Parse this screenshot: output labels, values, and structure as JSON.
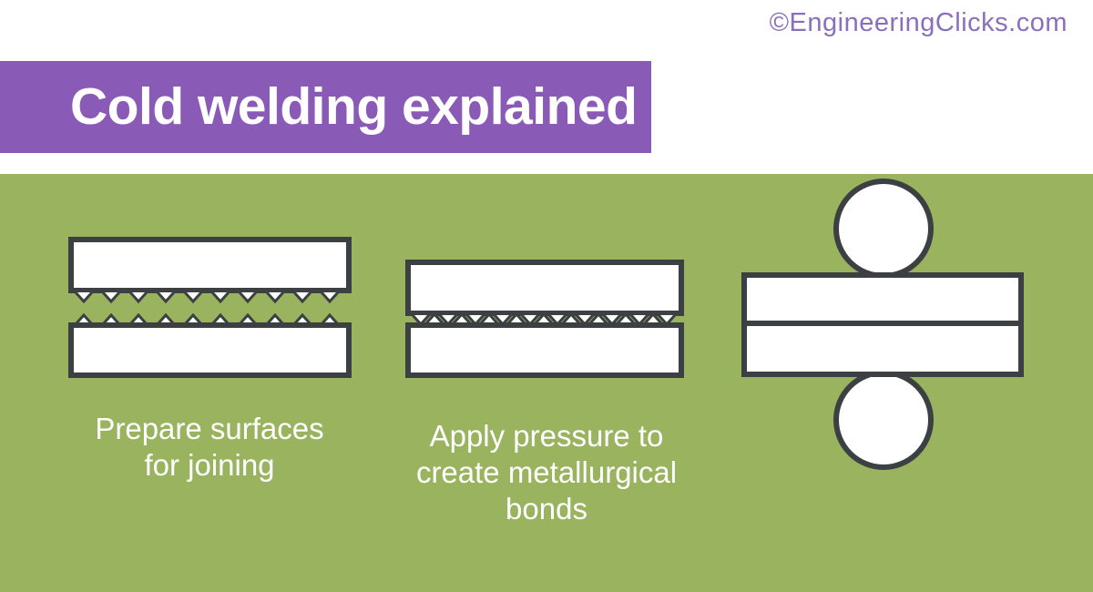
{
  "brand": {
    "copyright": "©EngineeringClicks.com"
  },
  "banner": {
    "title": "Cold welding explained"
  },
  "colors": {
    "purple": "#8a5ab7",
    "copyright": "#8c6ebe",
    "green": "#9ab35f",
    "outline": "#3c4043",
    "plate": "#ffffff",
    "title_text": "#ffffff",
    "caption_text": "#ffffff"
  },
  "steps": [
    {
      "caption_lines": [
        "Prepare surfaces",
        "for joining"
      ]
    },
    {
      "caption_lines": [
        "Apply pressure to",
        "create metallurgical",
        "bonds"
      ]
    },
    {
      "caption_lines": []
    }
  ]
}
